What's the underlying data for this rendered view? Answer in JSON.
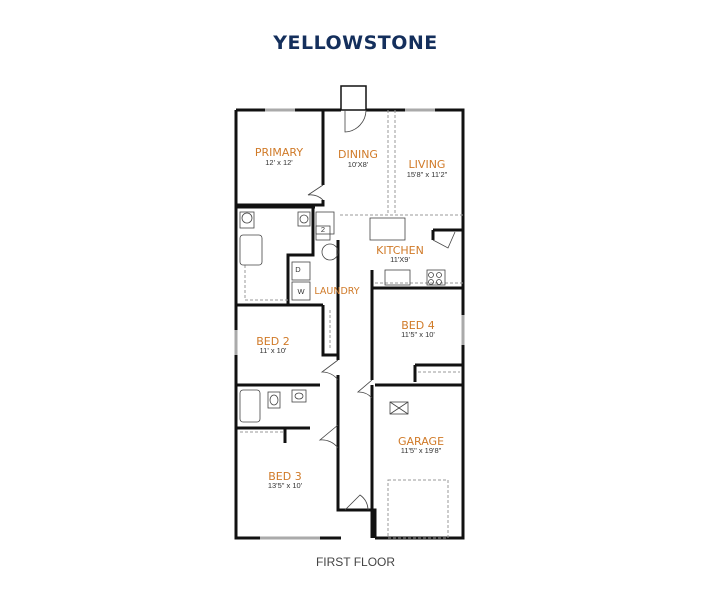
{
  "header": {
    "title": "YELLOWSTONE"
  },
  "footer": {
    "caption": "FIRST FLOOR"
  },
  "colors": {
    "title": "#142f5c",
    "room_label": "#d07a28",
    "wall": "#111111"
  },
  "rooms": {
    "primary": {
      "name": "PRIMARY",
      "size": "12' x 12'"
    },
    "dining": {
      "name": "DINING",
      "size": "10'X8'"
    },
    "living": {
      "name": "LIVING",
      "size": "15'8\" x 11'2\""
    },
    "kitchen": {
      "name": "KITCHEN",
      "size": "11'X9'"
    },
    "laundry": {
      "name": "LAUNDRY",
      "size": ""
    },
    "bed2": {
      "name": "BED 2",
      "size": "11' x 10'"
    },
    "bed4": {
      "name": "BED 4",
      "size": "11'5\" x 10'"
    },
    "garage": {
      "name": "GARAGE",
      "size": "11'5\" x 19'8\""
    },
    "bed3": {
      "name": "BED 3",
      "size": "13'5\" x 10'"
    }
  },
  "appliances": {
    "dryer": "D",
    "washer": "W",
    "water_heater": "2"
  }
}
